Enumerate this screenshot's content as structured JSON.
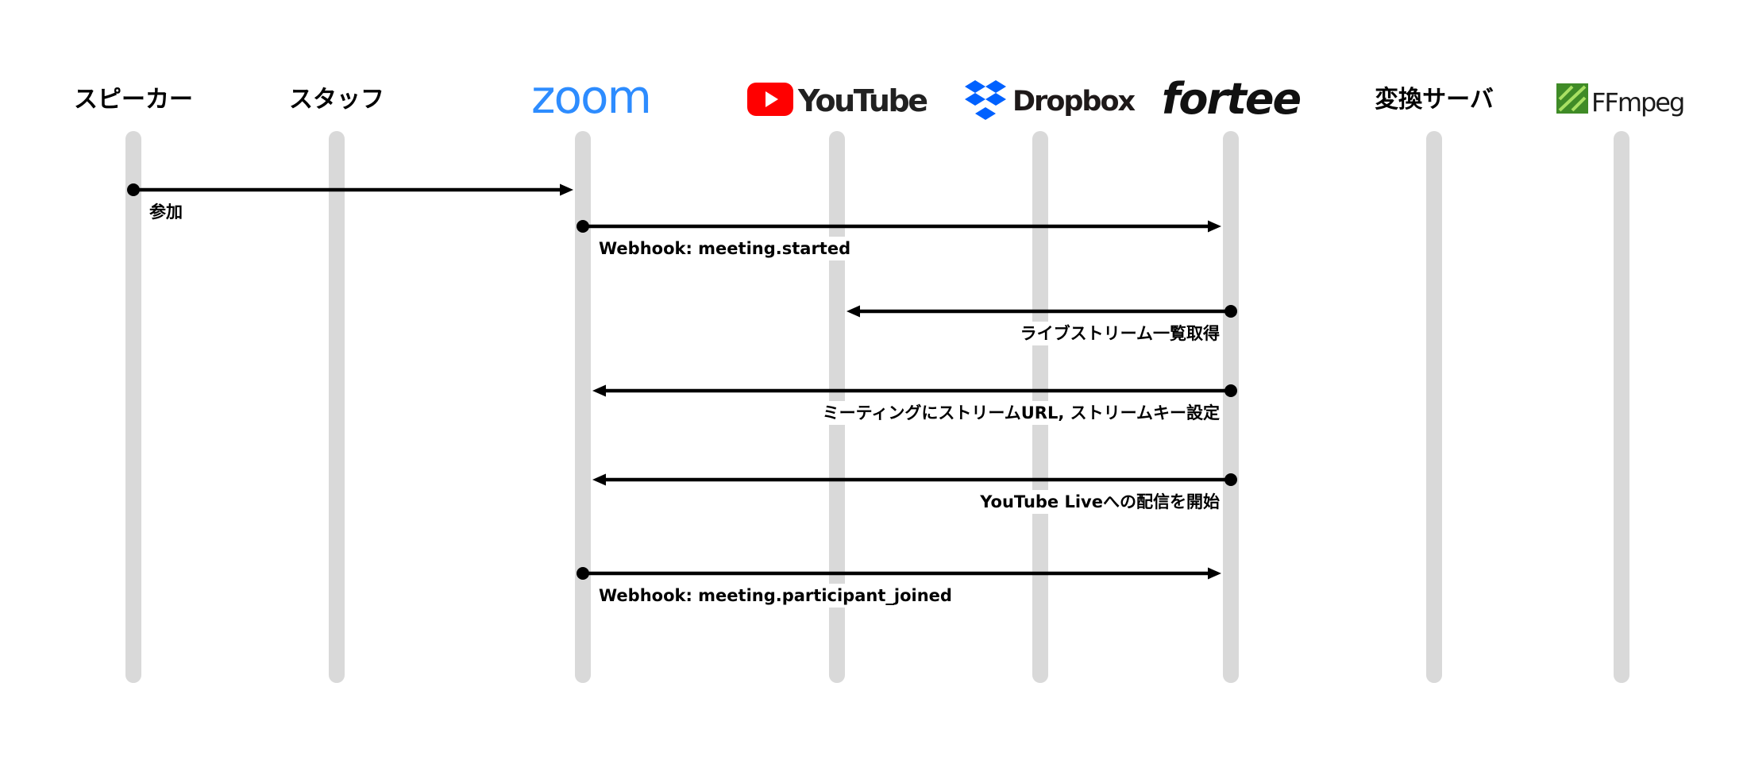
{
  "participants": [
    {
      "id": "speaker",
      "label": "スピーカー",
      "kind": "text"
    },
    {
      "id": "staff",
      "label": "スタッフ",
      "kind": "text"
    },
    {
      "id": "zoom",
      "label": "zoom",
      "kind": "logo-zoom",
      "color": "#2D8CFF"
    },
    {
      "id": "youtube",
      "label": "YouTube",
      "kind": "logo-youtube",
      "color": "#FF0000"
    },
    {
      "id": "dropbox",
      "label": "Dropbox",
      "kind": "logo-dropbox",
      "color": "#0061FF"
    },
    {
      "id": "fortee",
      "label": "fortee",
      "kind": "logo-fortee"
    },
    {
      "id": "converter",
      "label": "変換サーバ",
      "kind": "text"
    },
    {
      "id": "ffmpeg",
      "label": "FFmpeg",
      "kind": "logo-ffmpeg",
      "color": "#3F8B27"
    }
  ],
  "messages": [
    {
      "from": "speaker",
      "to": "zoom",
      "label": "参加",
      "label_align": "start"
    },
    {
      "from": "zoom",
      "to": "fortee",
      "label": "Webhook: meeting.started",
      "label_align": "start"
    },
    {
      "from": "fortee",
      "to": "youtube",
      "label": "ライブストリーム一覧取得",
      "label_align": "end"
    },
    {
      "from": "fortee",
      "to": "zoom",
      "label": "ミーティングにストリームURL, ストリームキー設定",
      "label_align": "end"
    },
    {
      "from": "fortee",
      "to": "zoom",
      "label": "YouTube Liveへの配信を開始",
      "label_align": "end"
    },
    {
      "from": "zoom",
      "to": "fortee",
      "label": "Webhook: meeting.participant_joined",
      "label_align": "start"
    }
  ],
  "colors": {
    "lifeline": "#d9d9d9",
    "arrow": "#000000"
  }
}
